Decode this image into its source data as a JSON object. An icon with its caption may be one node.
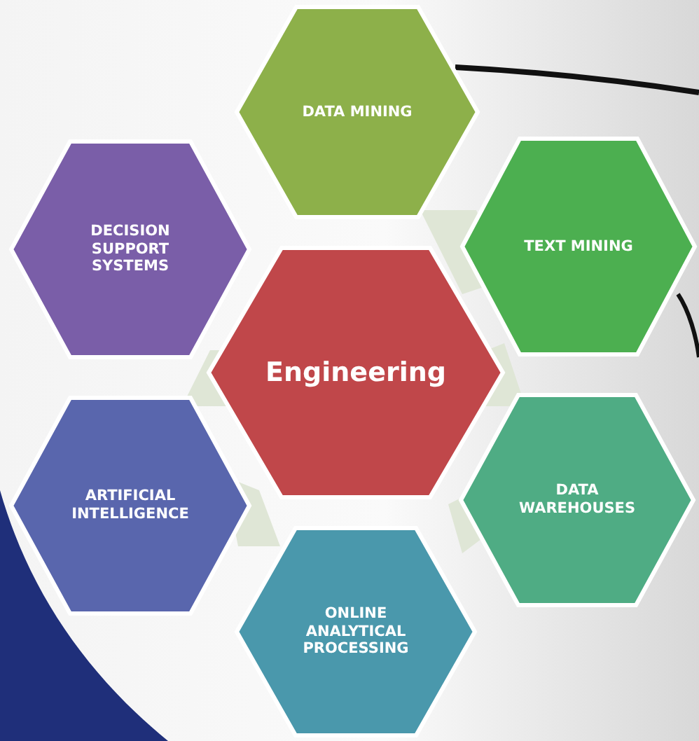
{
  "diagram": {
    "nodes": [
      {
        "text": [
          "DATA MINING"
        ]
      },
      {
        "text": [
          "DECISION SUPPORT SYSTEMS"
        ]
      },
      {
        "text": [
          "TEXT MINING"
        ]
      },
      {
        "text": [
          "Engineering"
        ]
      },
      {
        "text": [
          "ARTIFICIAL INTELLIGENCE"
        ]
      },
      {
        "text": [
          "DATA WAREHOUSES"
        ]
      },
      {
        "text": [
          "ONLINE ANALYTICAL PROCESSING"
        ]
      }
    ]
  }
}
